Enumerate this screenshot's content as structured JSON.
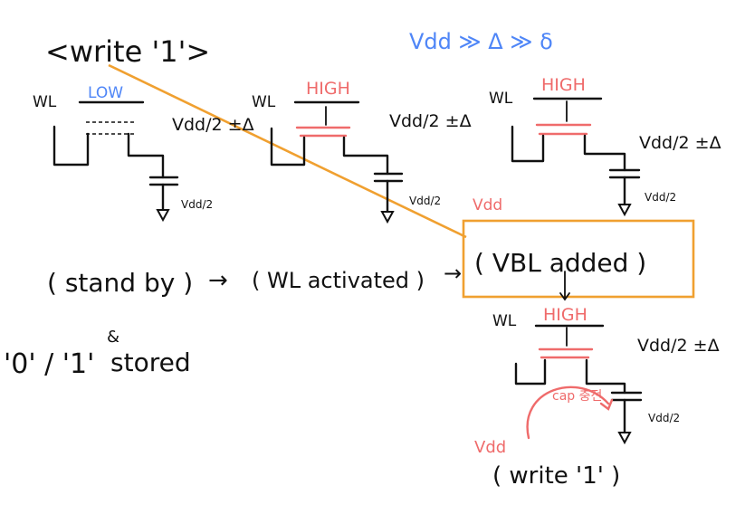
{
  "title": "<write '1'>",
  "relation": "Vdd ≫ Δ ≫ δ",
  "labels": {
    "wl": "WL",
    "low": "LOW",
    "high": "HIGH",
    "vdd_half_pm": "Vdd/2 ±Δ",
    "vdd_half": "Vdd/2",
    "vdd": "Vdd",
    "cap_charge": "cap 충전"
  },
  "flow": {
    "standby": "( stand by )",
    "arrow": "→",
    "wl_activated": "( WL activated )",
    "vbl_added": "( VBL added )",
    "write1": "( write '1' )"
  },
  "stored_note": {
    "values": "'0' / '1'",
    "amp": "&",
    "stored": "stored"
  },
  "colors": {
    "ink": "#111111",
    "blue": "#4f86f7",
    "red": "#ef6b6b",
    "orange": "#f0a030"
  }
}
